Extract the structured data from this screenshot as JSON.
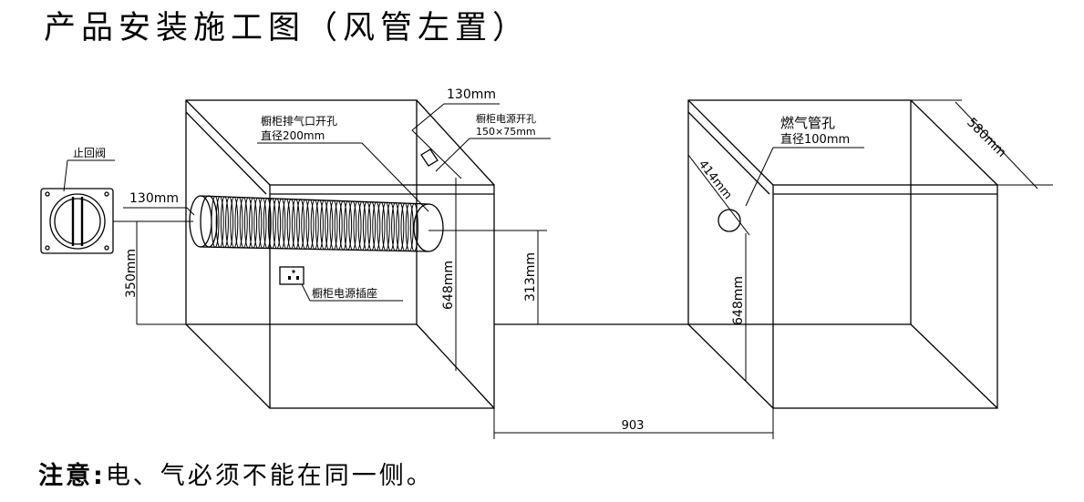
{
  "title": "产品安装施工图（风管左置）",
  "note": {
    "lead": "注意:",
    "text": "电、气必须不能在同一侧。"
  },
  "labels": {
    "check_valve": "止回阀",
    "vent_dim": "130mm",
    "vent_height": "350mm",
    "top_dim": "130mm",
    "exhaust_hole_line1": "橱柜排气口开孔",
    "exhaust_hole_line2": "直径200mm",
    "power_hole_line1": "橱柜电源开孔",
    "power_hole_line2": "150×75mm",
    "socket": "橱柜电源插座",
    "left_height": "648mm",
    "duct_height": "313mm",
    "gas_hole_line1": "燃气管孔",
    "gas_hole_line2": "直径100mm",
    "gas_offset": "414mm",
    "depth": "580mm",
    "right_height": "648mm",
    "gap": "903"
  }
}
